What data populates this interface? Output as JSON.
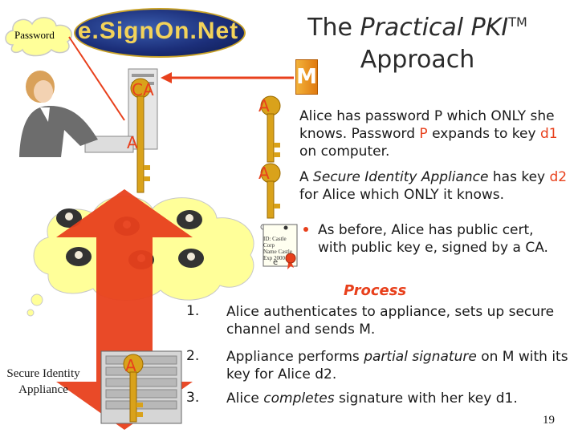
{
  "header": {
    "title_line1_plain": "The ",
    "title_line1_italic": "Practical PKI",
    "title_tm": "TM",
    "title_line2": "Approach",
    "logo_text": "e.SignOn.Net"
  },
  "labels": {
    "password_cloud": "Password",
    "ca": "CA",
    "a_top": "A",
    "a_left": "A",
    "a_mid": "A",
    "a_appliance": "A",
    "m_block": "M",
    "appliance_caption": "Secure Identity Appliance"
  },
  "description": {
    "p1_a": "Alice has password P which ONLY she knows. Password ",
    "p1_p": "P",
    "p1_b": " expands to key ",
    "p1_d1": "d1",
    "p1_c": " on computer.",
    "p2_a": "A ",
    "p2_italic": "Secure Identity Appliance",
    "p2_b": " has key ",
    "p2_d2": "d2",
    "p2_c": " for Alice which ONLY it knows.",
    "p3": "As before, Alice has public cert, with public key e, signed by a CA."
  },
  "process": {
    "heading": "Process",
    "steps": [
      {
        "num": "1.",
        "text_a": "Alice authenticates to appliance, sets up secure channel and sends M.",
        "text_italic": "",
        "text_b": ""
      },
      {
        "num": "2.",
        "text_a": "Appliance performs ",
        "text_italic": "partial signature",
        "text_b": " on M with its key for Alice d2."
      },
      {
        "num": "3.",
        "text_a": "Alice ",
        "text_italic": "completes",
        "text_b": " signature with her key d1."
      }
    ]
  },
  "certificate": {
    "line1": "ID: Castle",
    "line2": "Corp",
    "line3": "Name Castle",
    "line4": "Exp 2000",
    "e_label": "e"
  },
  "footer": {
    "page_number": "19"
  },
  "colors": {
    "accent_red": "#e8401c",
    "key_gold": "#d9a21b",
    "arrow": "#e8401c",
    "cloud_fill": "#ffff99"
  },
  "icons": [
    "key-icon",
    "computer-icon",
    "server-rack-icon",
    "certificate-icon",
    "attacker-icon",
    "cloud-icon",
    "person-icon"
  ]
}
